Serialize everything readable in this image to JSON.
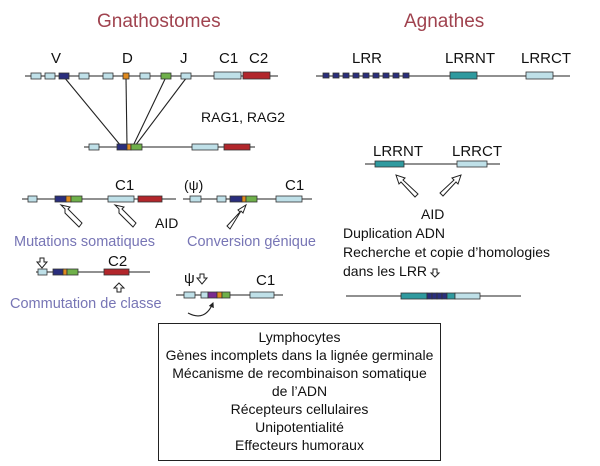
{
  "titles": {
    "left": "Gnathostomes",
    "right": "Agnathes"
  },
  "gnathostomes": {
    "segments": [
      "V",
      "D",
      "J",
      "C1",
      "C2"
    ],
    "rag_label": "RAG1, RAG2",
    "psi_paren": "(ψ)",
    "psi": "ψ",
    "c1_label": "C1",
    "c2_label": "C2",
    "aid_label": "AID",
    "mutations_label": "Mutations somatiques",
    "conversion_label": "Conversion génique",
    "commutation_label": "Commutation de classe"
  },
  "agnathes": {
    "segments": [
      "LRR",
      "LRRNT",
      "LRRCT"
    ],
    "lower_segments": [
      "LRRNT",
      "LRRCT"
    ],
    "process_lines": [
      "AID",
      "Duplication ADN",
      "Recherche et copie d’homologies",
      "dans les LRR"
    ]
  },
  "summary": {
    "lines": [
      "Lymphocytes",
      "Gènes incomplets dans la lignée germinale",
      "Mécanisme de recombinaison somatique",
      "de l’ADN",
      "Récepteurs cellulaires",
      "Unipotentialité",
      "Effecteurs humoraux"
    ]
  },
  "colors": {
    "title": "#a0434f",
    "gene_box": "#bfe0e8",
    "c2_red": "#b2262b",
    "v_navy": "#2a2e7d",
    "d_orange": "#e08a1e",
    "j_green": "#6fb04a",
    "teal": "#2f9a9f",
    "purple": "#7a2a8f",
    "label_blue": "#7775b5"
  }
}
